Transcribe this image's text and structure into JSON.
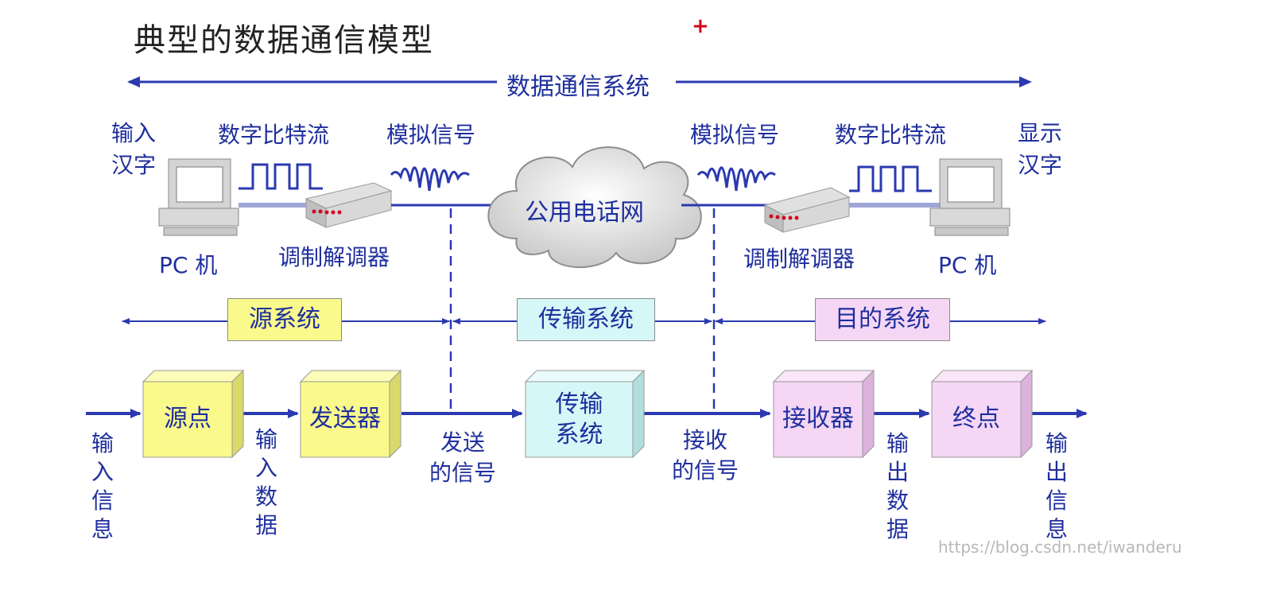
{
  "title": "典型的数据通信模型",
  "top_span_label": "数据通信系统",
  "left": {
    "input_label_line1": "输入",
    "input_label_line2": "汉字",
    "bitstream_label": "数字比特流",
    "analog_label": "模拟信号",
    "pc_label": "PC 机",
    "modem_label": "调制解调器"
  },
  "cloud_label": "公用电话网",
  "right": {
    "analog_label": "模拟信号",
    "bitstream_label": "数字比特流",
    "display_label_line1": "显示",
    "display_label_line2": "汉字",
    "pc_label": "PC 机",
    "modem_label": "调制解调器"
  },
  "systems": {
    "source": "源系统",
    "transmission": "传输系统",
    "destination": "目的系统"
  },
  "blocks": {
    "source_point": "源点",
    "transmitter": "发送器",
    "transmission_line1": "传输",
    "transmission_line2": "系统",
    "receiver": "接收器",
    "terminal": "终点"
  },
  "flow_labels": {
    "input_info": [
      "输",
      "入",
      "信",
      "息"
    ],
    "input_data": [
      "输",
      "入",
      "数",
      "据"
    ],
    "sent_signal_line1": "发送",
    "sent_signal_line2": "的信号",
    "received_signal_line1": "接收",
    "received_signal_line2": "的信号",
    "output_data": [
      "输",
      "出",
      "数",
      "据"
    ],
    "output_info": [
      "输",
      "出",
      "信",
      "息"
    ]
  },
  "watermark": "https://blog.csdn.net/iwanderu",
  "colors": {
    "accent_blue": "#2b3ab0",
    "yellow_box": "#fafa8c",
    "cyan_box": "#d6f7f7",
    "pink_box": "#f5d6f5"
  }
}
